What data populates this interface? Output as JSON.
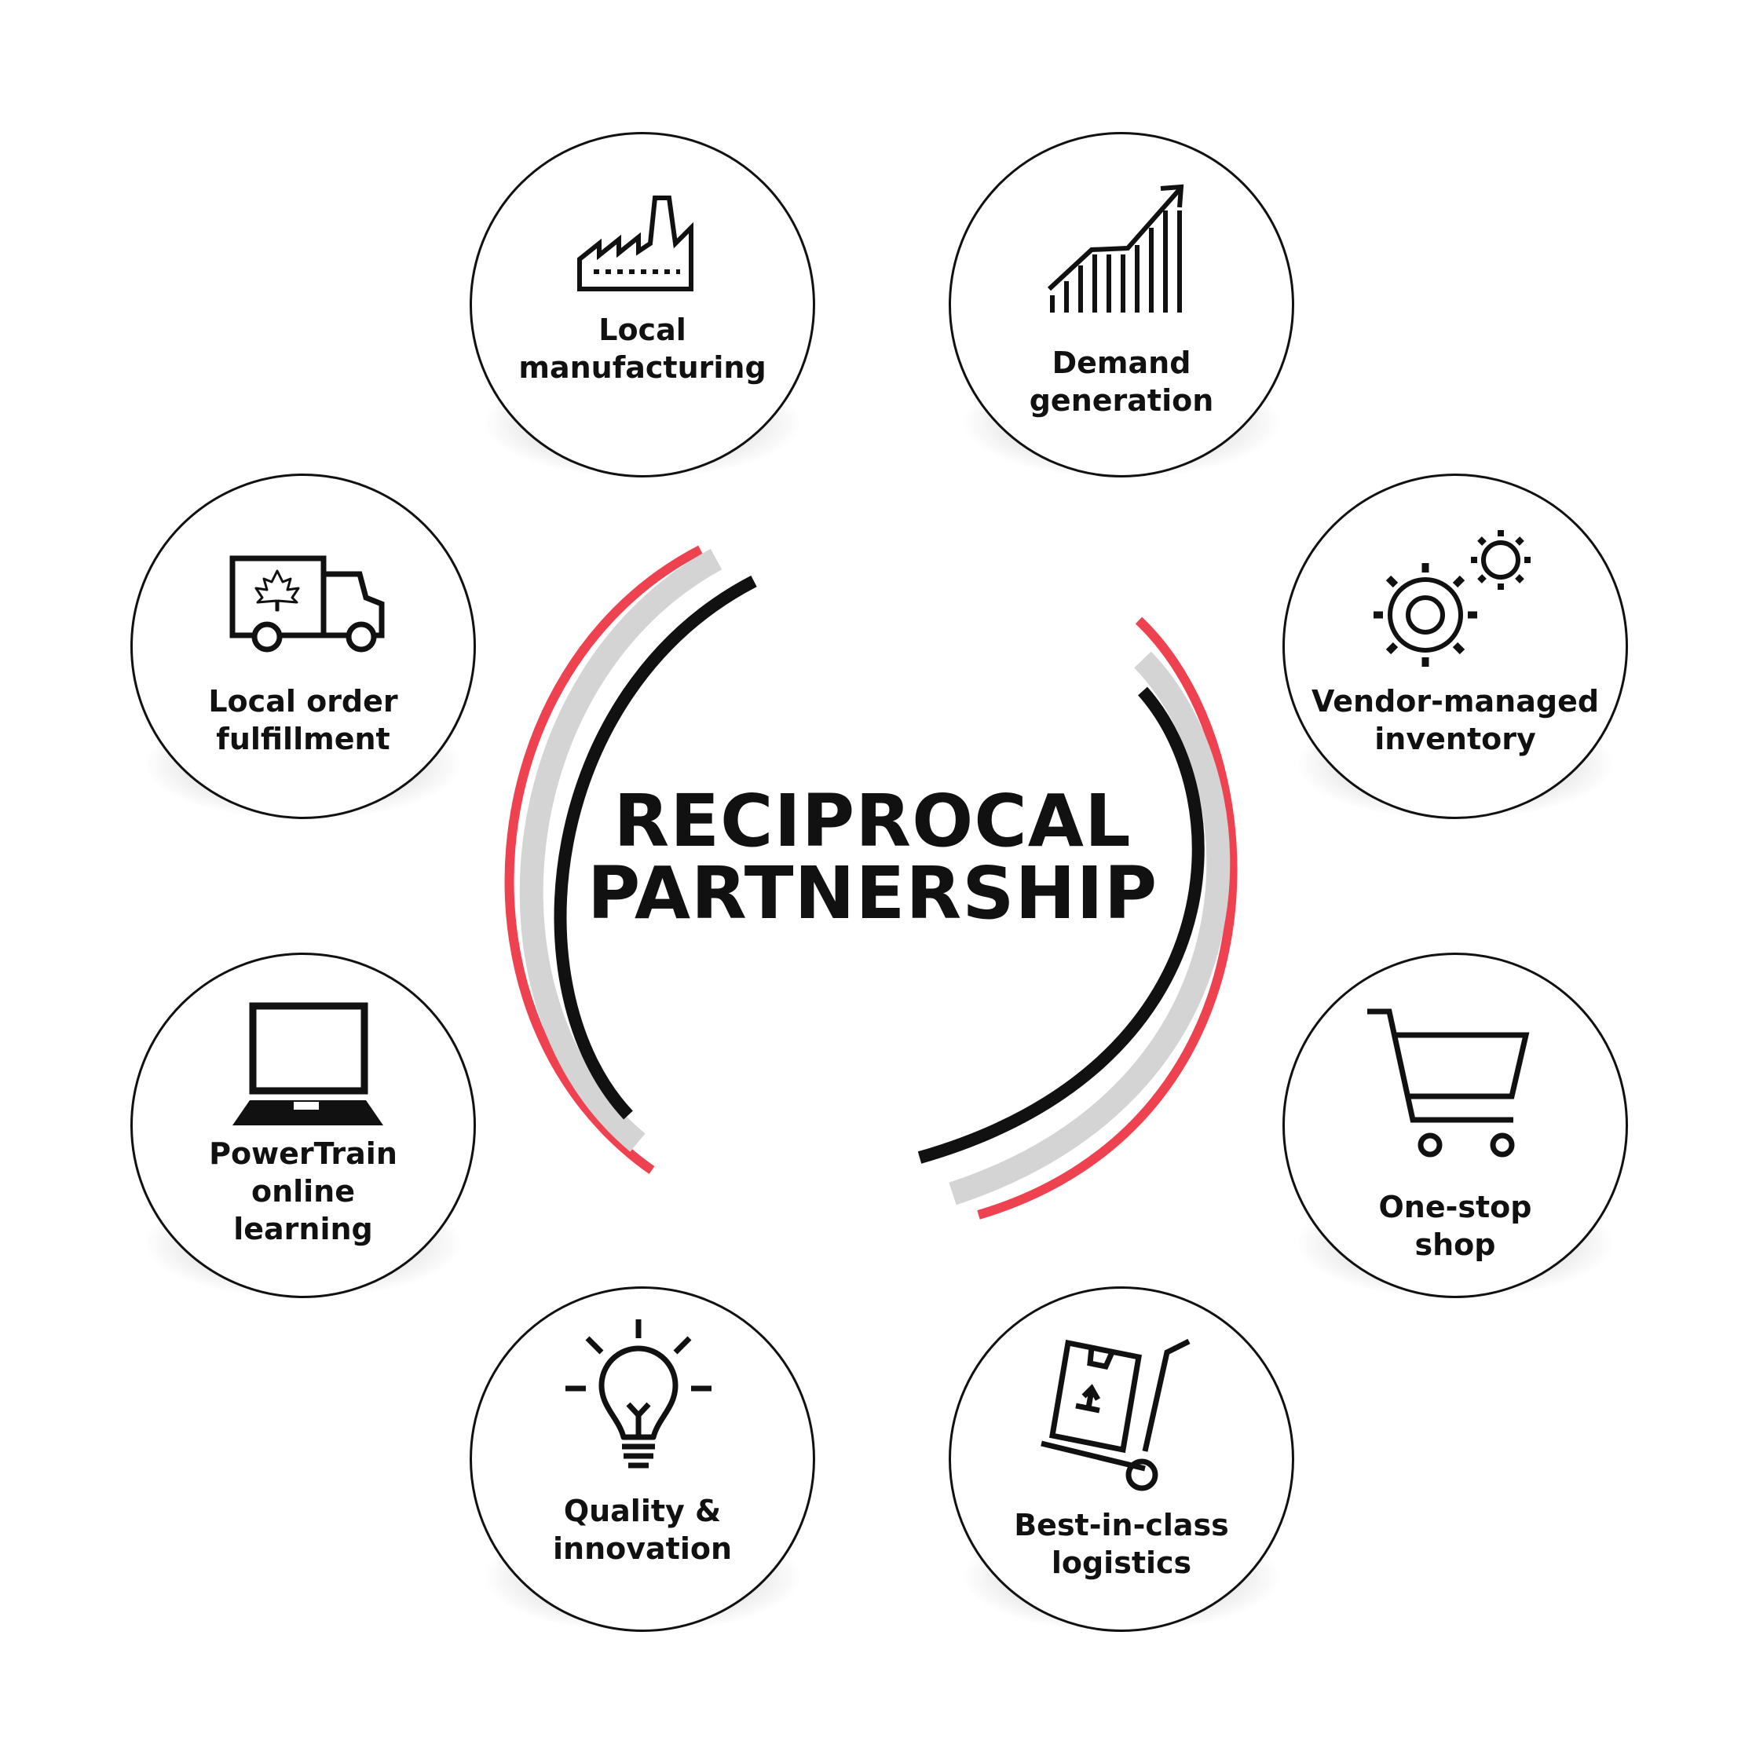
{
  "colors": {
    "accent": "#ee4250",
    "gray": "#d4d4d4",
    "ink": "#111111",
    "background": "#ffffff"
  },
  "center": {
    "line1": "RECIPROCAL",
    "line2": "PARTNERSHIP"
  },
  "nodes": [
    {
      "id": "local-manufacturing",
      "icon": "factory-icon",
      "lines": [
        "Local",
        "manufacturing"
      ]
    },
    {
      "id": "demand-generation",
      "icon": "growth-chart-icon",
      "lines": [
        "Demand",
        "generation"
      ]
    },
    {
      "id": "vendor-managed-inventory",
      "icon": "gears-icon",
      "lines": [
        "Vendor-managed",
        "inventory"
      ]
    },
    {
      "id": "one-stop-shop",
      "icon": "shopping-cart-icon",
      "lines": [
        "One-stop",
        "shop"
      ]
    },
    {
      "id": "best-in-class-logistics",
      "icon": "hand-truck-icon",
      "lines": [
        "Best-in-class",
        "logistics"
      ]
    },
    {
      "id": "quality-innovation",
      "icon": "lightbulb-icon",
      "lines": [
        "Quality &",
        "innovation"
      ]
    },
    {
      "id": "powertrain-online-learning",
      "icon": "laptop-icon",
      "lines": [
        "PowerTrain",
        "online",
        "learning"
      ]
    },
    {
      "id": "local-order-fulfillment",
      "icon": "delivery-truck-icon",
      "lines": [
        "Local order",
        "fulfillment"
      ]
    }
  ]
}
